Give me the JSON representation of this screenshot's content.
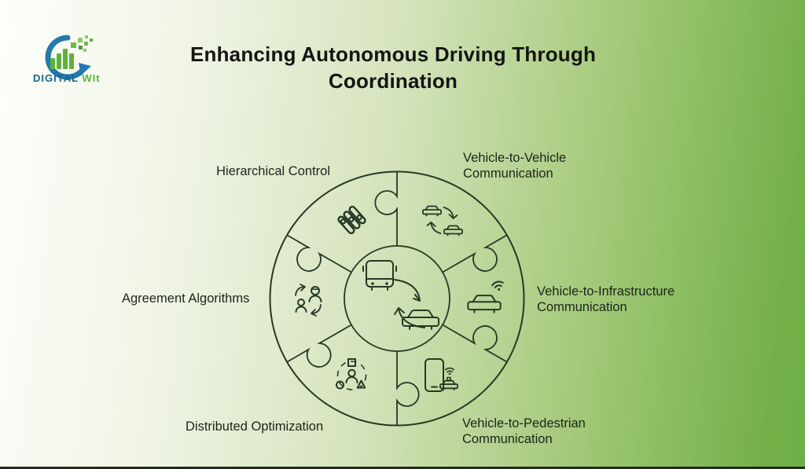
{
  "header": {
    "title_line1": "Enhancing Autonomous Driving Through",
    "title_line2": "Coordination"
  },
  "logo": {
    "text_primary": "DIGITAL",
    "text_secondary": "WIt",
    "icon": "growth-chart-circle-arrow-logo"
  },
  "diagram": {
    "type": "circular-puzzle",
    "center": {
      "icons": [
        "bus-icon",
        "car-icon",
        "cycle-arrows-icon"
      ],
      "meaning": "vehicles coordinating"
    },
    "segments": [
      {
        "id": "hierarchical-control",
        "label_line1": "Hierarchical Control",
        "icon": "sliders-icon"
      },
      {
        "id": "v2v-communication",
        "label_line1": "Vehicle-to-Vehicle",
        "label_line2": "Communication",
        "icon": "cars-exchange-icon"
      },
      {
        "id": "v2i-communication",
        "label_line1": "Vehicle-to-Infrastructure",
        "label_line2": "Communication",
        "icon": "connected-car-icon"
      },
      {
        "id": "v2p-communication",
        "label_line1": "Vehicle-to-Pedestrian",
        "label_line2": "Communication",
        "icon": "phone-and-car-icon"
      },
      {
        "id": "distributed-optimization",
        "label_line1": "Distributed Optimization",
        "icon": "person-shapes-icon"
      },
      {
        "id": "agreement-algorithms",
        "label_line1": "Agreement Algorithms",
        "icon": "people-exchange-icon"
      }
    ]
  },
  "colors": {
    "background_left": "#fdfefa",
    "background_right": "#6fae46",
    "diagram_line": "#263826",
    "title_text": "#131513",
    "label_text": "#1d241b",
    "logo_blue": "#2478ad",
    "logo_text_blue": "#16688f",
    "logo_green": "#5fb13c",
    "bottom_edge": "#202b1c"
  }
}
